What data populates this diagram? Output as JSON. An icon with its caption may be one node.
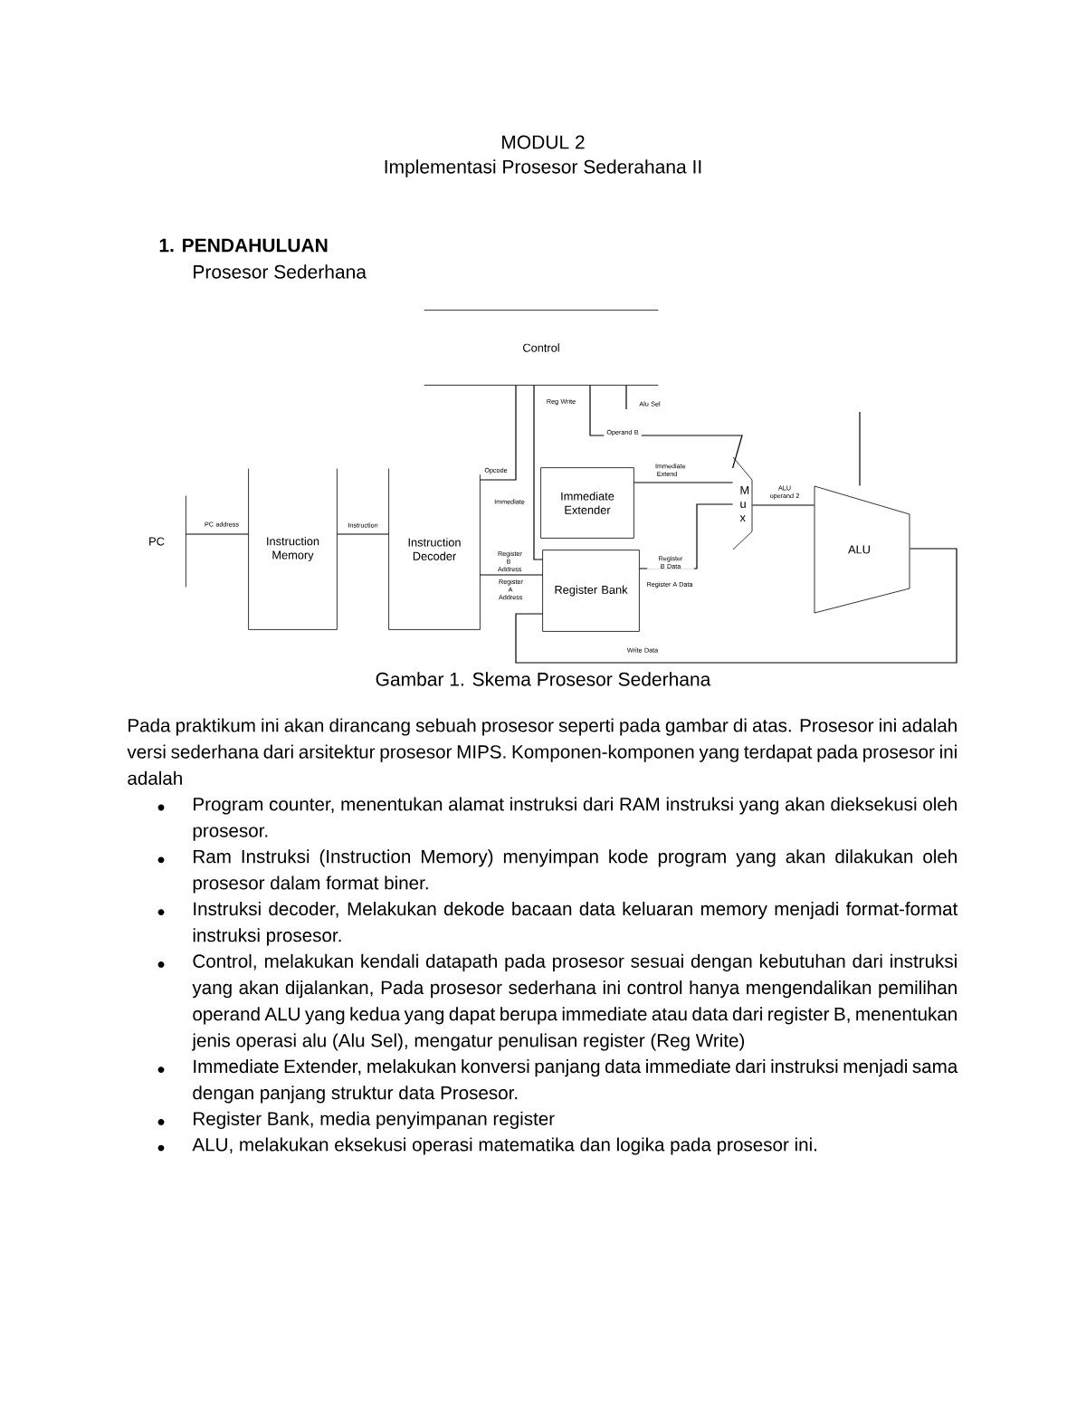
{
  "diagram": {
    "title": "MODUL 2",
    "caption": "Gambar 1. Skema Prosesor Sederhana",
    "nodes": [
      {
        "text": [
          "PC"
        ]
      },
      {
        "text": [
          "Instruction Memory"
        ]
      },
      {
        "text": [
          "Instruction Decoder"
        ]
      },
      {
        "text": [
          "Control"
        ]
      },
      {
        "text": [
          "Immediate Extender"
        ]
      },
      {
        "text": [
          "Register Bank"
        ]
      },
      {
        "text": [
          "M u x"
        ]
      },
      {
        "text": [
          "ALU"
        ]
      }
    ],
    "edges": [
      {
        "from": 0,
        "to": 1,
        "arrow": "none",
        "label": "PC address"
      },
      {
        "from": 1,
        "to": 2,
        "arrow": "none",
        "label": "Instruction"
      },
      {
        "from": 2,
        "to": 3,
        "arrow": "none",
        "label": "Opcode"
      },
      {
        "from": 3,
        "to": 5,
        "arrow": "none",
        "label": "Reg Write"
      },
      {
        "from": 3,
        "to": 6,
        "arrow": "none",
        "label": "Operand B"
      },
      {
        "from": 3,
        "to": null,
        "arrow": "none",
        "label": "Alu Sel"
      },
      {
        "from": null,
        "to": 7,
        "arrow": "none"
      },
      {
        "from": 4,
        "to": 6,
        "arrow": "none",
        "label": "Immediate Extend"
      },
      {
        "from": 5,
        "to": 6,
        "arrow": "none",
        "label": "Register B Data"
      },
      {
        "from": 6,
        "to": 7,
        "arrow": "none",
        "label": "ALU operand 2"
      },
      {
        "from": 7,
        "to": 5,
        "arrow": "none",
        "label": "Write Data"
      },
      {
        "from": 2,
        "to": 5,
        "arrow": "none",
        "label": "Register A Address"
      }
    ],
    "labels": [
      "Implementasi Prosesor Sederahana II",
      "1. PENDAHULUAN",
      "Prosesor Sederhana",
      "Immediate",
      "Register B Address",
      "Register A Data",
      "Pada praktikum ini akan dirancang sebuah prosesor seperti pada gambar di atas. Prosesor ini adalah versi sederhana dari arsitektur prosesor MIPS. Komponen-komponen yang terdapat pada prosesor ini adalah",
      "Program counter, menentukan alamat instruksi dari RAM instruksi yang akan dieksekusi oleh prosesor.",
      "Ram Instruksi (Instruction Memory) menyimpan kode program yang akan dilakukan oleh prosesor dalam format biner.",
      "Instruksi decoder, Melakukan dekode bacaan data keluaran memory menjadi format-format instruksi prosesor.",
      "Control, melakukan kendali datapath pada prosesor sesuai dengan kebutuhan dari instruksi yang akan dijalankan, Pada prosesor sederhana ini control hanya mengendalikan pemilihan operand ALU yang kedua yang dapat berupa immediate atau data dari register B, menentukan jenis operasi alu (Alu Sel), mengatur penulisan register (Reg Write)",
      "Immediate Extender, melakukan konversi panjang data immediate dari instruksi menjadi sama dengan panjang struktur data Prosesor.",
      "Register Bank, media penyimpanan register",
      "ALU, melakukan eksekusi operasi matematika dan logika pada prosesor ini."
    ]
  }
}
